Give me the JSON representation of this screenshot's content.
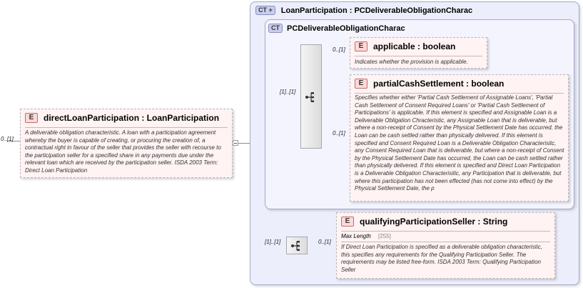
{
  "root": {
    "badge": "E",
    "title": "directLoanParticipation : LoanParticipation",
    "occurrence": "0..[1]",
    "description": "A deliverable obligation characteristic. A loan with a participation agreement whereby the buyer is capable of creating, or procuring the creation of, a contractual right in favour of the seller that provides the seller with recourse to the participation seller for a specified share in any payments due under the relevant loan which are received by the participation seller. ISDA 2003 Term: Direct Loan Participation"
  },
  "outer_type": {
    "badge": "CT",
    "title": "LoanParticipation : PCDeliverableObligationCharac"
  },
  "inner_type": {
    "badge": "CT",
    "title": "PCDeliverableObligationCharac",
    "sequence_occurrence": "[1]..[1]"
  },
  "applicable": {
    "badge": "E",
    "title": "applicable : boolean",
    "occurrence": "0..[1]",
    "description": "Indicates whether the provision is applicable."
  },
  "partial_cash_settlement": {
    "badge": "E",
    "title": "partialCashSettlement : boolean",
    "occurrence": "0..[1]",
    "description": "Specifies whether either 'Partial Cash Settlement of Assignable Loans', 'Partial Cash Settlement of Consent Required Loans' or 'Partial Cash Settlement of Participations' is applicable. If this element is specified and Assignable Loan is a Deliverable Obligation Chracteristic, any Assignable Loan that is deliverable, but where a non-receipt of Consent by the Physical Settlement Date has occurred, the Loan can be cash settled rather than physically delivered. If this element is specified and Consent Required Loan is a Deliverable Obligation Characterisitc, any Consent Required Loan that is deliverable, but where a non-receipt of Consent by the Physical Settlement Date has occurred, the Loan can be cash settled rather than physically delivered. If this element is specified and Direct Loan Participation is a Deliverable Obligation Characterisitic, any Participation that is deliverable, but where this participation has not been effected (has not come into effect) by the Physical Settlement Date, the p"
  },
  "outer_sequence_occurrence": "[1]..[1]",
  "qualifying_participation_seller": {
    "badge": "E",
    "title": "qualifyingParticipationSeller : String",
    "occurrence": "0..[1]",
    "facet_label": "Max Length",
    "facet_value": "[255]",
    "description": "If Direct Loan Participation is specified as a deliverable obligation characteristic, this specifies any requirements for the Qualifying Participation Seller. The requirements may be listed free-form. ISDA 2003 Term: Qualifying Participation Seller"
  }
}
